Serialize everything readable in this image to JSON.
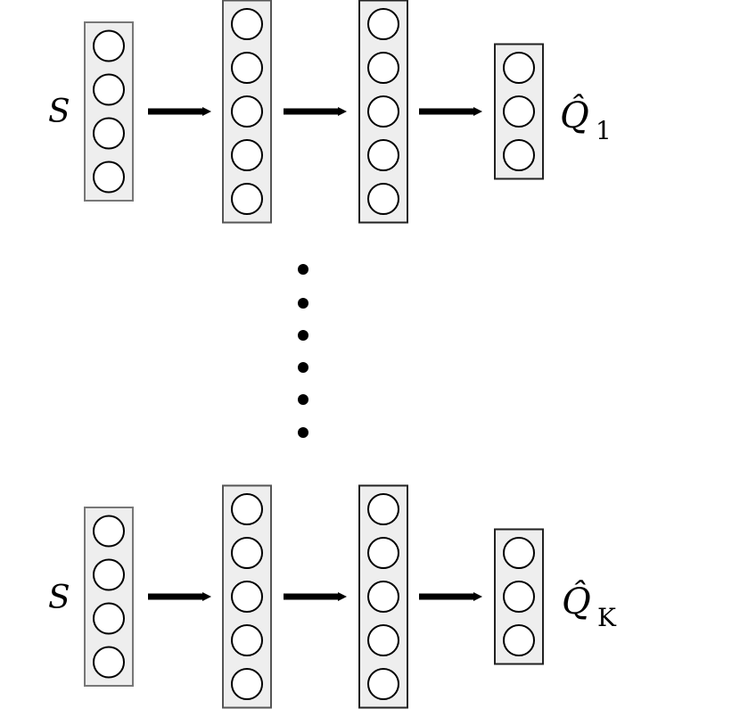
{
  "networks": [
    {
      "input_label": "S",
      "output_label": "Q̂",
      "output_subscript": "1",
      "layers": [
        {
          "nodes": 4,
          "fill": "#eeeeee",
          "stroke": "#777777"
        },
        {
          "nodes": 5,
          "fill": "#eeeeee",
          "stroke": "#555555"
        },
        {
          "nodes": 5,
          "fill": "#eeeeee",
          "stroke": "#222222"
        },
        {
          "nodes": 3,
          "fill": "#eeeeee",
          "stroke": "#222222"
        }
      ]
    },
    {
      "input_label": "S",
      "output_label": "Q̂",
      "output_subscript": "K",
      "layers": [
        {
          "nodes": 4,
          "fill": "#eeeeee",
          "stroke": "#777777"
        },
        {
          "nodes": 5,
          "fill": "#eeeeee",
          "stroke": "#555555"
        },
        {
          "nodes": 5,
          "fill": "#eeeeee",
          "stroke": "#222222"
        },
        {
          "nodes": 3,
          "fill": "#eeeeee",
          "stroke": "#222222"
        }
      ]
    }
  ],
  "ellipsis_dots": 6,
  "colors": {
    "node_fill": "#ffffff",
    "node_stroke": "#000000",
    "arrow": "#000000"
  }
}
